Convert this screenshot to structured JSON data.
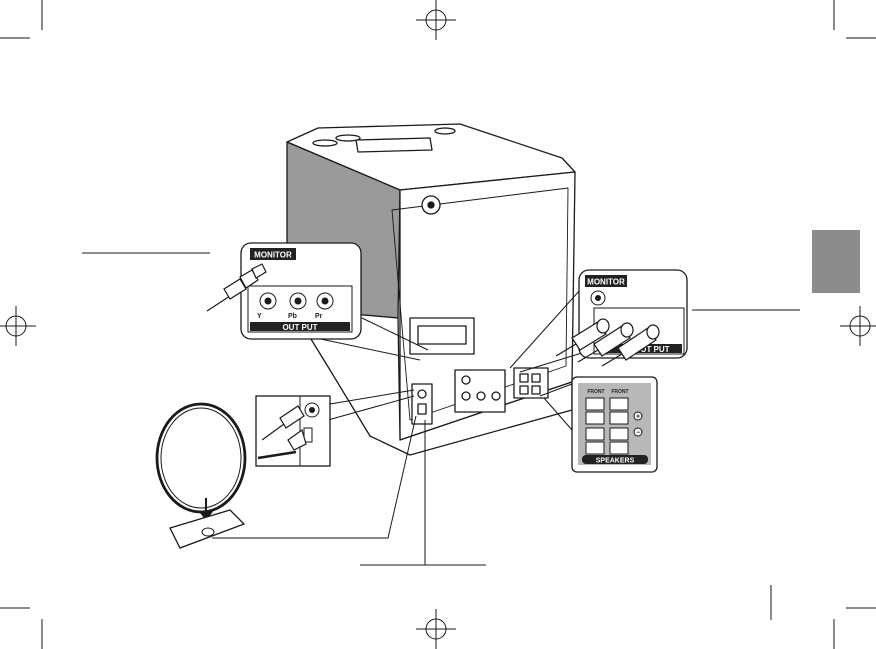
{
  "labels": {
    "monitor_left": "MONITOR",
    "output_left": "OUT PUT",
    "component_left": [
      "Y",
      "Pb",
      "Pr"
    ],
    "monitor_right": "MONITOR",
    "output_right": "OUT PUT",
    "speakers": "SPEAKERS",
    "speaker_channels": [
      "FRONT",
      "FRONT"
    ],
    "polarity": [
      "+",
      "−"
    ]
  },
  "colors": {
    "line": "#1a1a1a",
    "side_tab": "#8c8c8c",
    "unit_shade": "#9a9a9a",
    "speaker_panel": "#b8b8b8",
    "label_bg": "#222222"
  },
  "icons": {
    "antenna": "loop-antenna-icon",
    "fan": "cooling-fan-icon"
  }
}
